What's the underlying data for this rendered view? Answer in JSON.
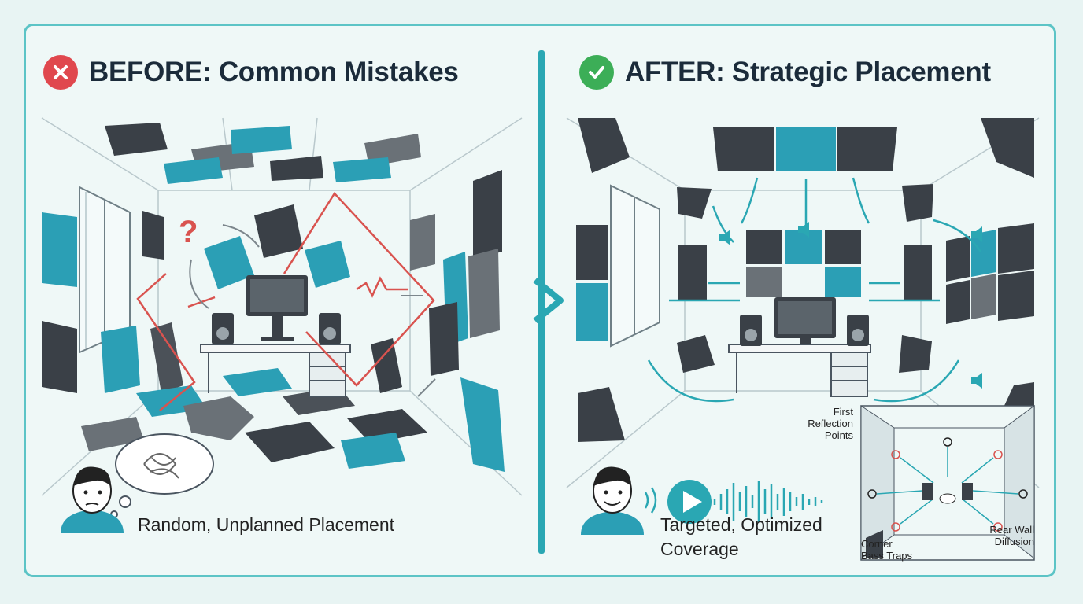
{
  "before": {
    "title": "BEFORE: Common Mistakes",
    "caption": "Random, Unplanned Placement",
    "badge_icon": "x-mark-icon",
    "badge_color": "#e0484e",
    "confusion_mark": "?"
  },
  "after": {
    "title": "AFTER: Strategic Placement",
    "caption_line1": "Targeted, Optimized",
    "caption_line2": "Coverage",
    "badge_icon": "check-mark-icon",
    "badge_color": "#3cae57",
    "map_labels": {
      "first_reflection_1": "First",
      "first_reflection_2": "Reflection",
      "first_reflection_3": "Points",
      "corner_1": "Corner",
      "corner_2": "Bass Traps",
      "rear_1": "Rear Wall",
      "rear_2": "Diffusion"
    }
  },
  "colors": {
    "accent": "#2aa7b3",
    "panel_teal": "#2b9fb5",
    "panel_dark": "#3a4047",
    "reflection_red": "#d9534f",
    "frame": "#5cc4c6"
  }
}
